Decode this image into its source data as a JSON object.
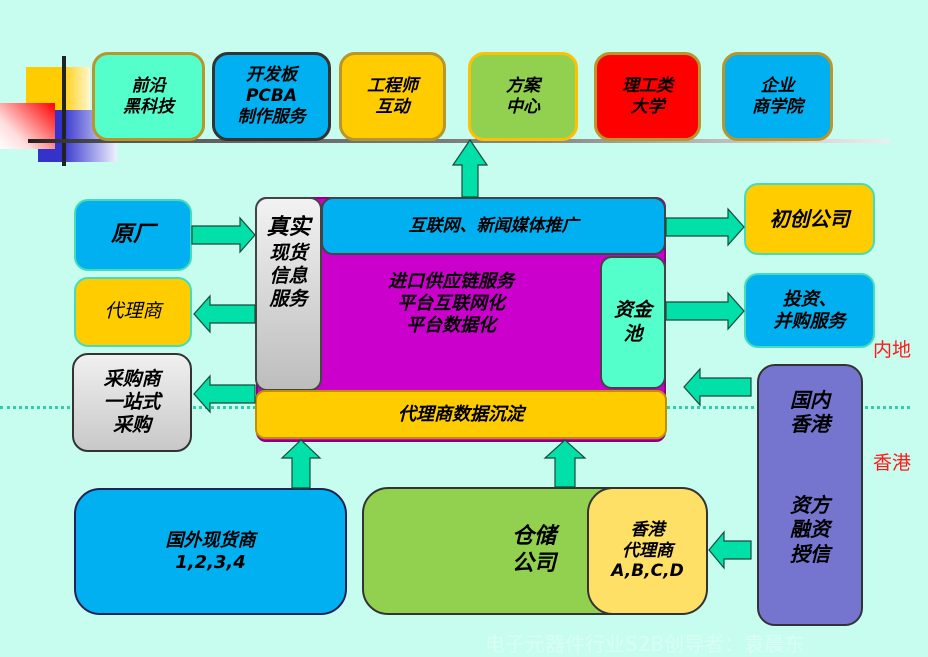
{
  "top_row": [
    {
      "lines": [
        "前沿",
        "黑科技"
      ],
      "color": "#55ffcc"
    },
    {
      "lines": [
        "开发板",
        "PCBA",
        "制作服务"
      ],
      "color": "#00b0f0"
    },
    {
      "lines": [
        "工程师",
        "互动"
      ],
      "color": "#ffcc00"
    },
    {
      "lines": [
        "方案",
        "中心"
      ],
      "color": "#92d050"
    },
    {
      "lines": [
        "理工类",
        "大学"
      ],
      "color": "#ff0000"
    },
    {
      "lines": [
        "企业",
        "商学院"
      ],
      "color": "#00b0f0"
    }
  ],
  "left_column": {
    "manufacturer": {
      "label": "原厂",
      "color": "#00b0f0"
    },
    "agent": {
      "label": "代理商",
      "color": "#ffcc00"
    },
    "buyer": {
      "lines": [
        "采购商",
        "一站式",
        "采购"
      ],
      "color": "#d0d0d0"
    }
  },
  "platform": {
    "real_stock": {
      "lines": [
        "真实",
        "现货",
        "信息",
        "服务"
      ]
    },
    "internet_promo": {
      "label": "互联网、新闻媒体推广",
      "color": "#00b0f0"
    },
    "core": {
      "lines": [
        "进口供应链服务",
        "平台互联网化",
        "平台数据化"
      ],
      "color": "#cc00cc"
    },
    "fund_pool": {
      "lines": [
        "资金",
        "池"
      ],
      "color": "#55ffcc"
    },
    "agent_data": {
      "label": "代理商数据沉淀",
      "color": "#ffcc00"
    }
  },
  "right_column": {
    "startups": {
      "label": "初创公司",
      "color": "#ffcc00"
    },
    "investment": {
      "lines": [
        "投资、",
        "并购服务"
      ],
      "color": "#00b0f0"
    },
    "finance": {
      "top_lines": [
        "国内",
        "香港"
      ],
      "bottom_lines": [
        "资方",
        "融资",
        "授信"
      ],
      "color": "#7575d0"
    }
  },
  "bottom_row": {
    "overseas": {
      "lines": [
        "国外现货商",
        "1,2,3,4"
      ],
      "color": "#00b0f0"
    },
    "warehouse": {
      "lines": [
        "仓储",
        "公司"
      ],
      "color": "#92d050"
    },
    "hk_agent": {
      "lines": [
        "香港",
        "代理商",
        "A,B,C,D"
      ],
      "color": "#ffe066"
    }
  },
  "regions": {
    "mainland": "内地",
    "hongkong": "香港"
  },
  "footer": "电子元器件行业S2B创导者：袁晨东",
  "arrow_color": "#00e0a8"
}
